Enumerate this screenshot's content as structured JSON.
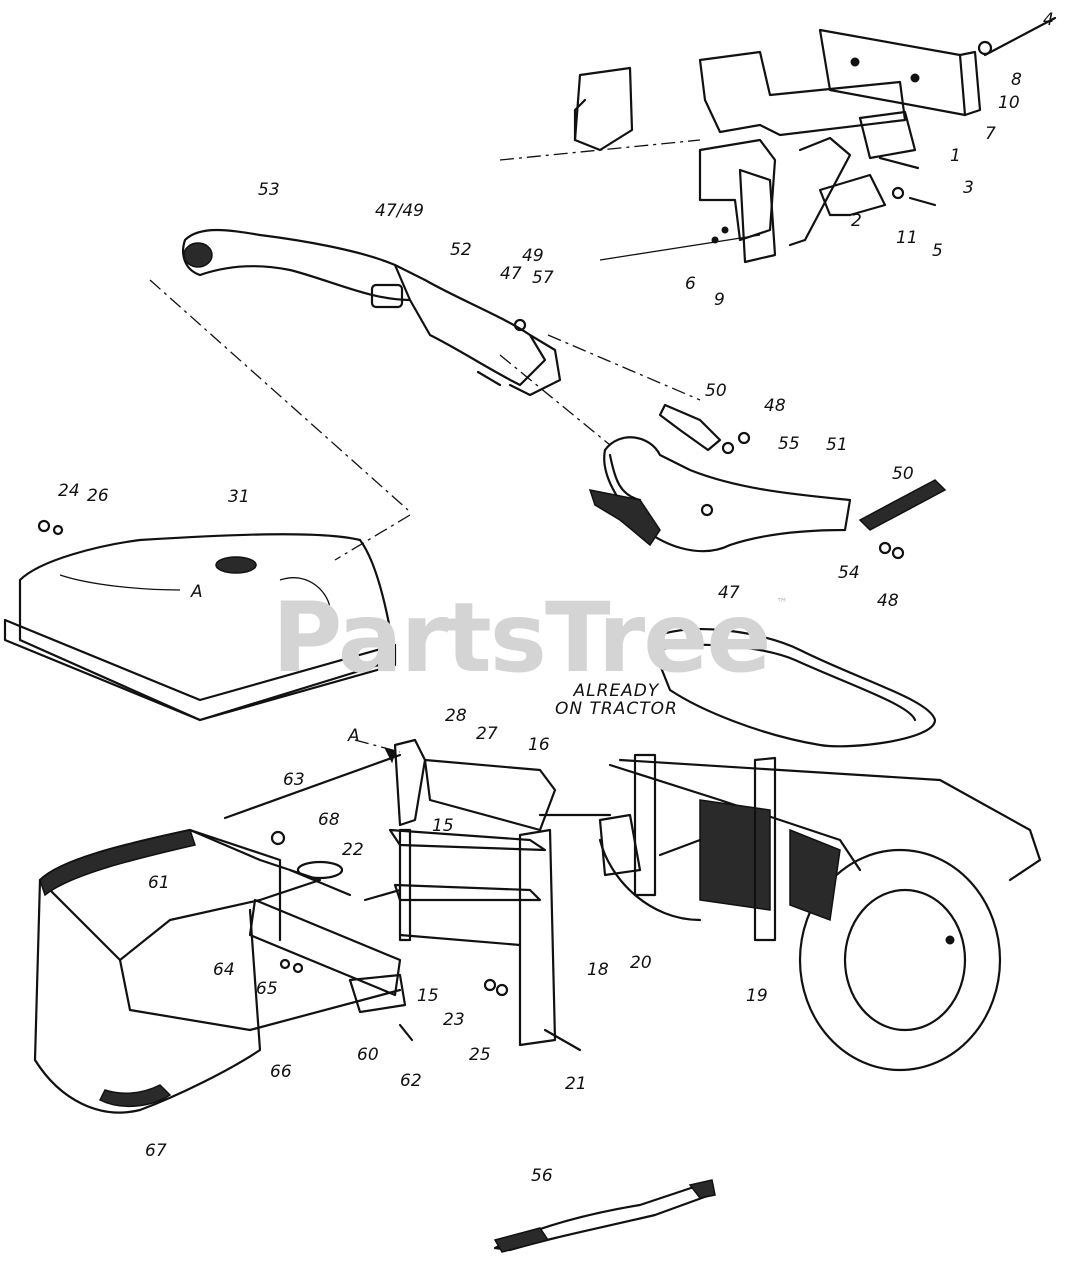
{
  "watermark": {
    "text": "PartsTree",
    "trademark": "™"
  },
  "notes": {
    "already_on_tractor_l1": "ALREADY",
    "already_on_tractor_l2": "ON TRACTOR"
  },
  "callouts": [
    {
      "id": "4",
      "text": "4"
    },
    {
      "id": "8",
      "text": "8"
    },
    {
      "id": "10",
      "text": "10"
    },
    {
      "id": "7",
      "text": "7"
    },
    {
      "id": "1",
      "text": "1"
    },
    {
      "id": "3",
      "text": "3"
    },
    {
      "id": "2",
      "text": "2"
    },
    {
      "id": "11",
      "text": "11"
    },
    {
      "id": "5",
      "text": "5"
    },
    {
      "id": "6",
      "text": "6"
    },
    {
      "id": "9",
      "text": "9"
    },
    {
      "id": "53",
      "text": "53"
    },
    {
      "id": "47-49",
      "text": "47/49"
    },
    {
      "id": "52",
      "text": "52"
    },
    {
      "id": "49",
      "text": "49"
    },
    {
      "id": "47a",
      "text": "47"
    },
    {
      "id": "57",
      "text": "57"
    },
    {
      "id": "50a",
      "text": "50"
    },
    {
      "id": "48a",
      "text": "48"
    },
    {
      "id": "55",
      "text": "55"
    },
    {
      "id": "51",
      "text": "51"
    },
    {
      "id": "50b",
      "text": "50"
    },
    {
      "id": "54",
      "text": "54"
    },
    {
      "id": "48b",
      "text": "48"
    },
    {
      "id": "47b",
      "text": "47"
    },
    {
      "id": "24",
      "text": "24"
    },
    {
      "id": "26",
      "text": "26"
    },
    {
      "id": "31",
      "text": "31"
    },
    {
      "id": "A1",
      "text": "A"
    },
    {
      "id": "A2",
      "text": "A"
    },
    {
      "id": "28",
      "text": "28"
    },
    {
      "id": "27",
      "text": "27"
    },
    {
      "id": "16",
      "text": "16"
    },
    {
      "id": "63",
      "text": "63"
    },
    {
      "id": "68",
      "text": "68"
    },
    {
      "id": "15a",
      "text": "15"
    },
    {
      "id": "22",
      "text": "22"
    },
    {
      "id": "61",
      "text": "61"
    },
    {
      "id": "20",
      "text": "20"
    },
    {
      "id": "18",
      "text": "18"
    },
    {
      "id": "19",
      "text": "19"
    },
    {
      "id": "64",
      "text": "64"
    },
    {
      "id": "65",
      "text": "65"
    },
    {
      "id": "15b",
      "text": "15"
    },
    {
      "id": "23",
      "text": "23"
    },
    {
      "id": "25",
      "text": "25"
    },
    {
      "id": "66",
      "text": "66"
    },
    {
      "id": "60",
      "text": "60"
    },
    {
      "id": "62",
      "text": "62"
    },
    {
      "id": "21",
      "text": "21"
    },
    {
      "id": "67",
      "text": "67"
    },
    {
      "id": "56",
      "text": "56"
    }
  ]
}
